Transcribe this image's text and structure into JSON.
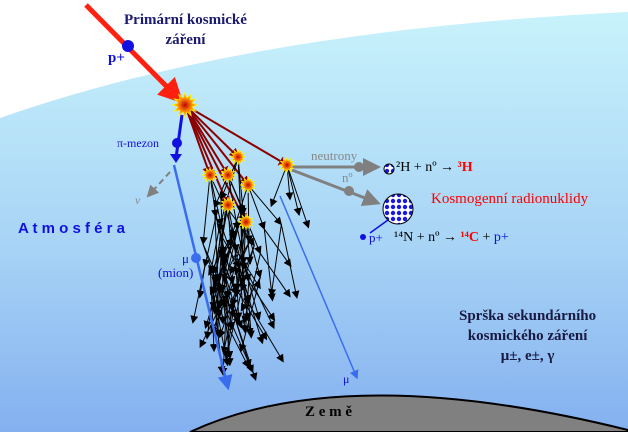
{
  "title": {
    "line1": "Primární kosmické",
    "line2": "záření"
  },
  "labels": {
    "proton": "p+",
    "pion": "π-mezon",
    "neutrino": "ν",
    "atmosphere": "A t m o s f é r a",
    "muon_symbol": "μ",
    "muon_name": "(mion)",
    "muon_ground": "μ",
    "neutrons": "neutrony",
    "neutron": "nº",
    "reaction_h": {
      "lhs": "²H + nº →",
      "product": "³H"
    },
    "cosmogenic": "Kosmogenní radionuklidy",
    "ejected_proton": "p+",
    "reaction_c": {
      "lhs": "¹⁴N + nº →",
      "product": "¹⁴C",
      "plus": "+",
      "proton": "p+"
    },
    "shower_line1": "Sprška sekundárního",
    "shower_line2": "kosmického záření",
    "shower_particles": "μ±, e±,  γ",
    "earth": "Z e m ě"
  },
  "colors": {
    "primary": "#ff2010",
    "particle": "#1010e0",
    "muon": "#3a6cf0",
    "neutron": "#808080",
    "product": "#ff0000",
    "earth": "#808080"
  }
}
